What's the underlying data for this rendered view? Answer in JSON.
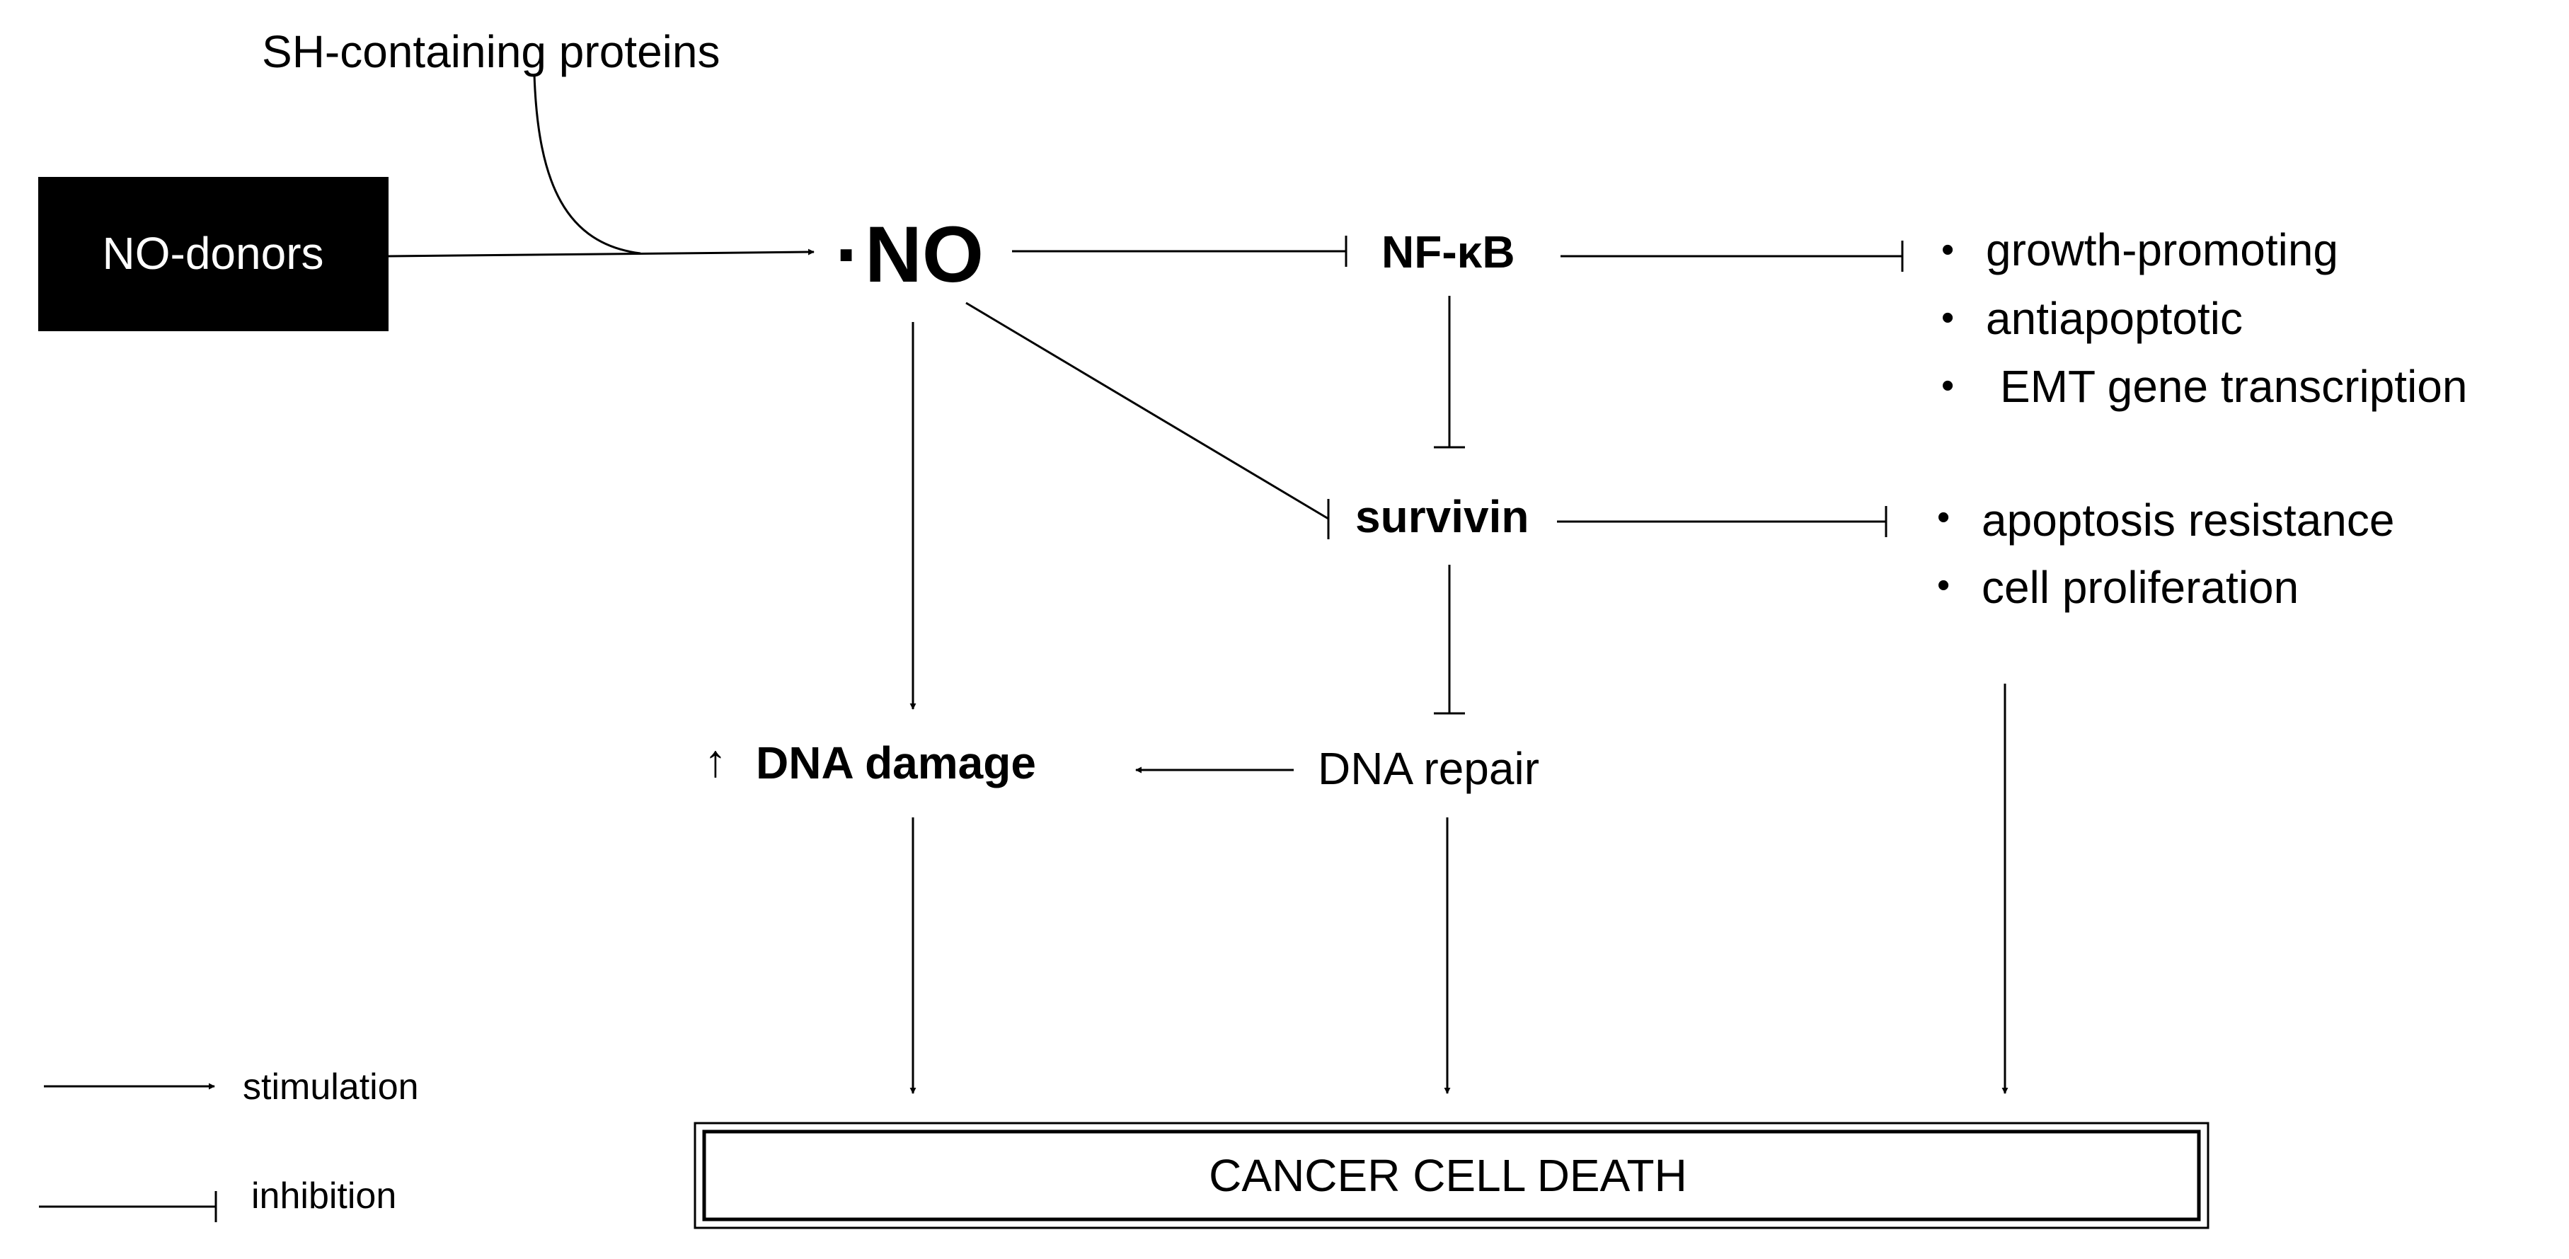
{
  "nodes": {
    "sh_proteins": "SH-containing proteins",
    "no_donors": "NO-donors",
    "no_dot": "·",
    "no": "NO",
    "nfkb": "NF-κB",
    "survivin": "survivin",
    "dna_damage_arrow": "↑",
    "dna_damage": "DNA damage",
    "dna_repair": "DNA repair",
    "cancer_cell_death": "CANCER CELL DEATH"
  },
  "nfkb_effects": [
    "growth-promoting",
    "antiapoptotic",
    "EMT gene transcription"
  ],
  "survivin_effects": [
    "apoptosis resistance",
    "cell proliferation"
  ],
  "bullet": "•",
  "legend": {
    "stimulation": "stimulation",
    "inhibition": "inhibition"
  },
  "colors": {
    "donor_box": "#000000",
    "donor_text": "#ffffff",
    "line": "#000000",
    "background": "#ffffff"
  }
}
